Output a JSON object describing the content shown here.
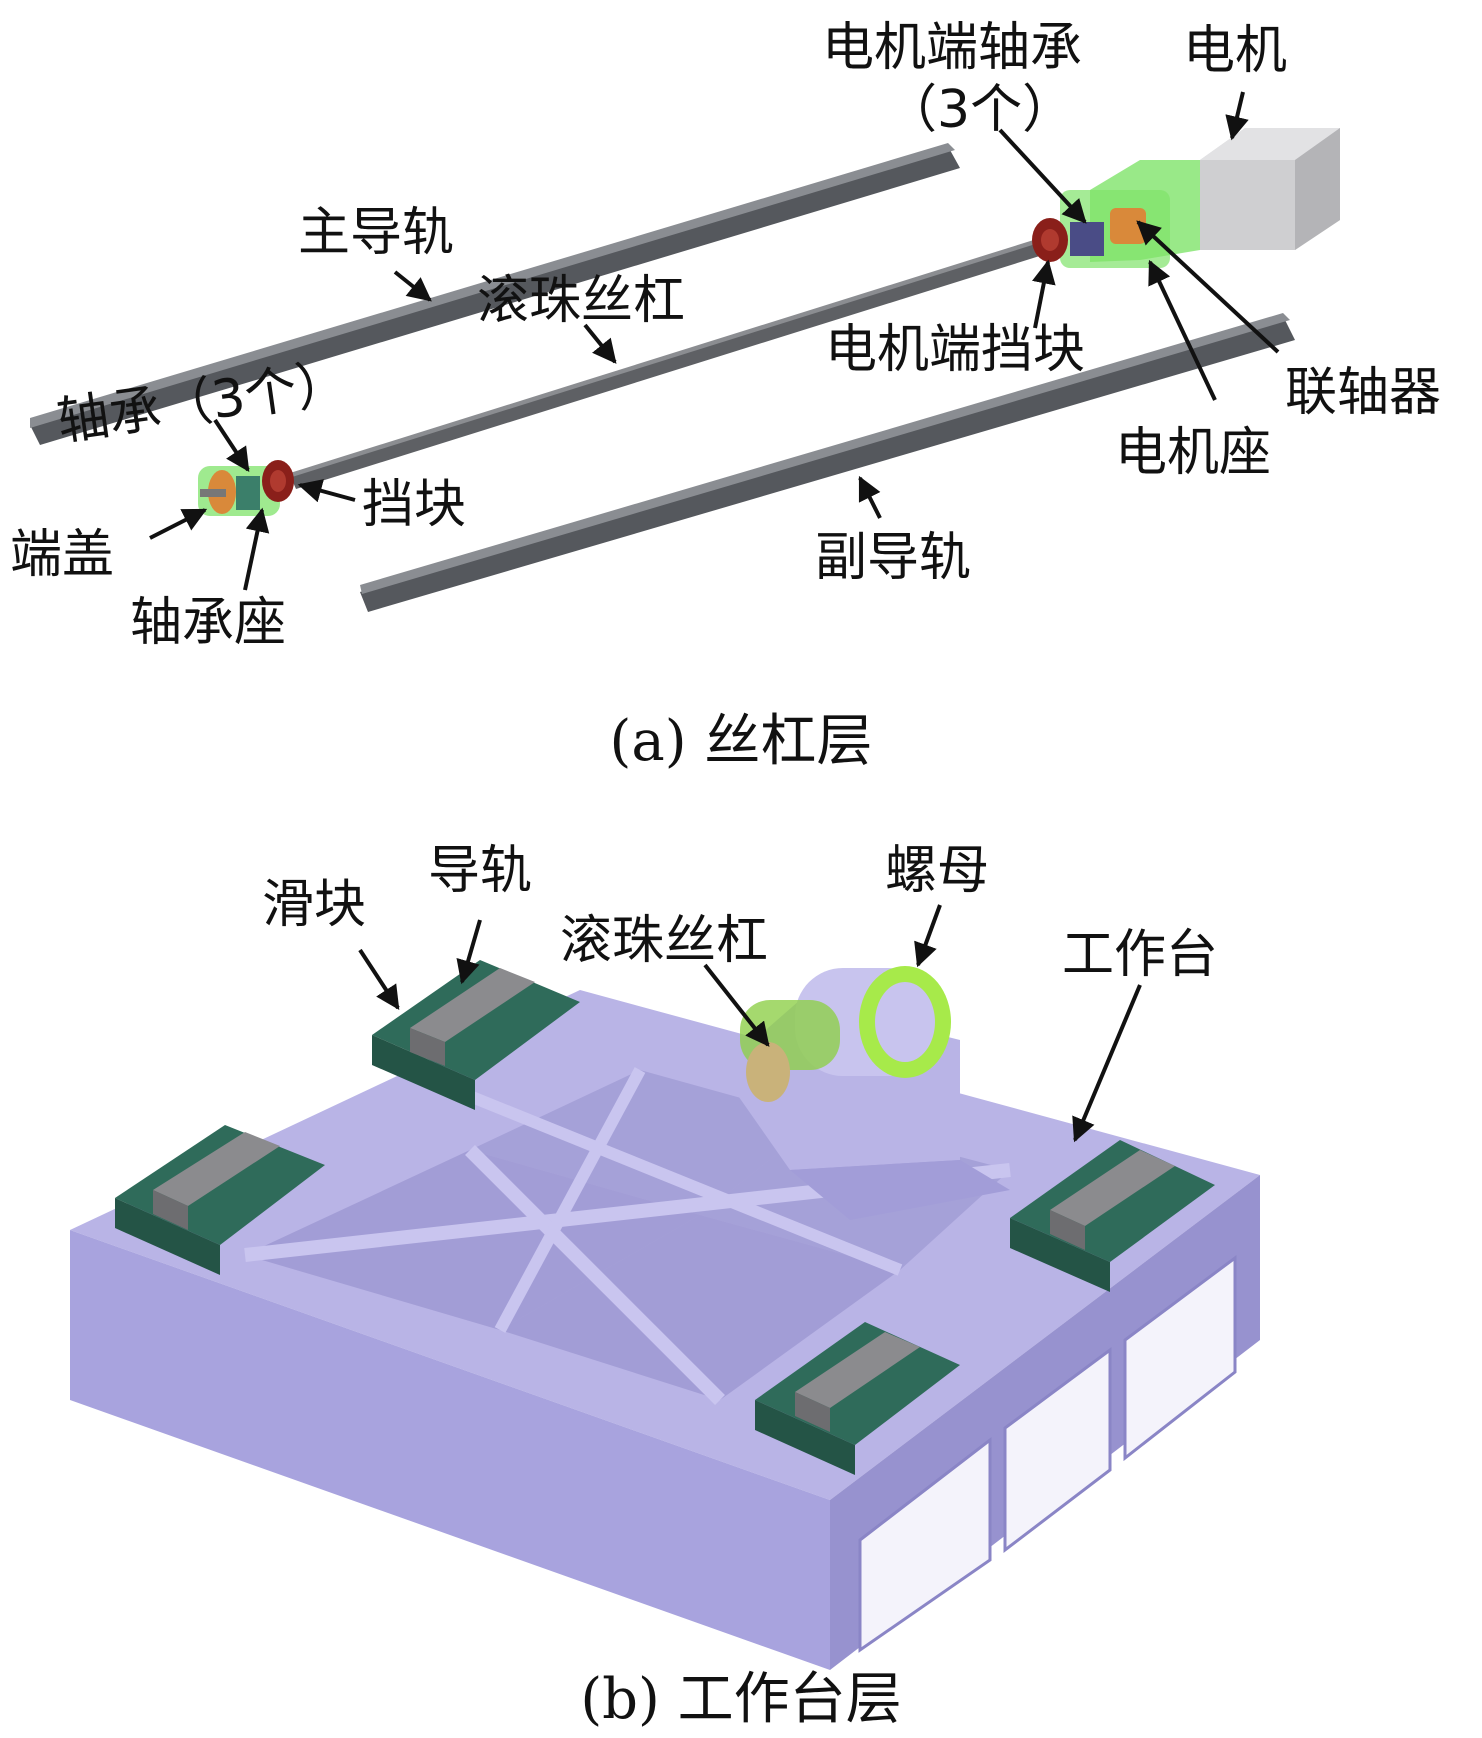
{
  "panel_a": {
    "caption": "(a) 丝杠层",
    "labels": {
      "motor_bearing": "电机端轴承",
      "motor_bearing_count": "（3个）",
      "motor": "电机",
      "main_rail": "主导轨",
      "ball_screw": "滚珠丝杠",
      "bearing": "轴承（3个）",
      "motor_stop": "电机端挡块",
      "coupling": "联轴器",
      "motor_seat": "电机座",
      "stop_block": "挡块",
      "end_cap": "端盖",
      "bearing_seat": "轴承座",
      "aux_rail": "副导轨"
    }
  },
  "panel_b": {
    "caption": "(b) 工作台层",
    "labels": {
      "guide_rail": "导轨",
      "nut": "螺母",
      "slider": "滑块",
      "ball_screw": "滚珠丝杠",
      "table": "工作台"
    }
  },
  "colors": {
    "rail": "#6a6d72",
    "screw": "#5e6064",
    "motor": "#cfcfd1",
    "green_part": "#7fe36a",
    "red_part": "#8a1f1a",
    "orange_part": "#d9893a",
    "table": "#b9b4e6",
    "table_side": "#9a95d2",
    "slider": "#2f6b5a",
    "slider_rail": "#8b8b8e",
    "nut": "#a7ea4a",
    "nut_body": "#c8c4ee"
  }
}
